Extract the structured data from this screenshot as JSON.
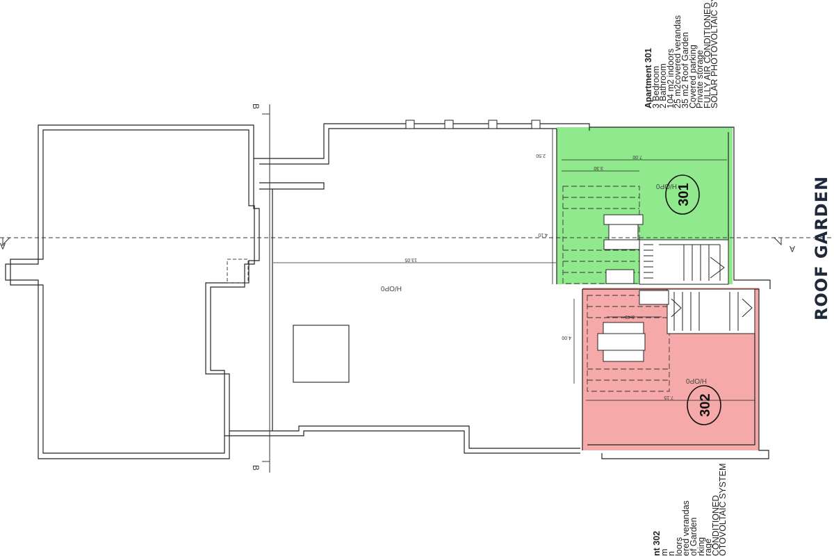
{
  "title": "ROOF GARDEN",
  "apartment_301": {
    "heading": "Apartment 301",
    "lines": [
      "3 Bedroom",
      "2 Bathroom",
      "104 m2 indoors",
      "25 m2covered verandas",
      "35 m2 Roof Garden",
      "Covered parking",
      "Private storage",
      "FULLY AIR CONDITIONED",
      "SOLAR PHOTOVOLTAIC SY"
    ],
    "badge": "301",
    "color": "#7ee57a"
  },
  "apartment_302": {
    "heading": "nt 302",
    "lines": [
      "m",
      "n",
      "loors",
      "ered verandas",
      "of Garden",
      "rking",
      "rage",
      "CONDITIONED",
      "OTOVOLTAIC SYSTEM"
    ],
    "badge": "302",
    "color": "#f59a9a"
  },
  "section_marks": {
    "b_top": "B",
    "b_bottom": "B",
    "a_left": "A",
    "a_right": "A"
  },
  "dimensions": {
    "d_250": "2.50",
    "d_700": "7.00",
    "d_330": "3.30",
    "d_410": "4.10",
    "d_1305": "13.05",
    "d_345": "3.45",
    "d_400": "4.00",
    "d_715": "7.15"
  },
  "level_labels": {
    "main": "H/OP0",
    "apt301": "H/OP0",
    "apt302": "H/OP0"
  }
}
